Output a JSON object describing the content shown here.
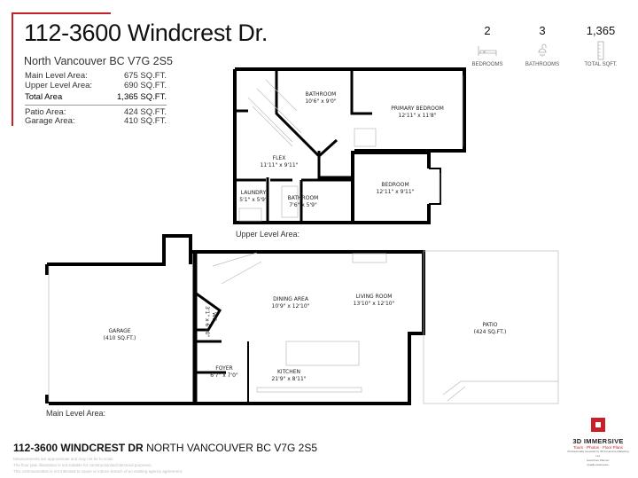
{
  "header": {
    "title": "112-3600 Windcrest Dr.",
    "subtitle": "North Vancouver BC V7G 2S5"
  },
  "areas": [
    {
      "label": "Main Level Area:",
      "value": "675 SQ.FT."
    },
    {
      "label": "Upper Level Area:",
      "value": "690 SQ.FT."
    },
    {
      "label": "Total Area",
      "value": "1,365 SQ.FT."
    },
    {
      "label": "Patio Area:",
      "value": "424 SQ.FT."
    },
    {
      "label": "Garage Area:",
      "value": "410 SQ.FT."
    }
  ],
  "stats": [
    {
      "value": "2",
      "label": "BEDROOMS",
      "icon": "bed-icon"
    },
    {
      "value": "3",
      "label": "BATHROOMS",
      "icon": "shower-icon"
    },
    {
      "value": "1,365",
      "label": "TOTAL SQFT.",
      "icon": "ruler-icon"
    }
  ],
  "upper": {
    "label": "Upper Level Area:",
    "rooms": [
      {
        "name": "BATHROOM",
        "dim": "10'6\" x 9'0\""
      },
      {
        "name": "PRIMARY BEDROOM",
        "dim": "12'11\" x 11'8\""
      },
      {
        "name": "FLEX",
        "dim": "11'11\" x 9'11\""
      },
      {
        "name": "BEDROOM",
        "dim": "12'11\" x 9'11\""
      },
      {
        "name": "LAUNDRY",
        "dim": "5'1\" x 5'9\""
      },
      {
        "name": "BATHROOM",
        "dim": "7'6\" x 5'9\""
      }
    ]
  },
  "main": {
    "label": "Main Level Area:",
    "rooms": [
      {
        "name": "GARAGE",
        "dim": "(410 SQ.FT.)"
      },
      {
        "name": "DINING AREA",
        "dim": "10'9\" x 12'10\""
      },
      {
        "name": "LIVING ROOM",
        "dim": "13'10\" x 12'10\""
      },
      {
        "name": "PATIO",
        "dim": "(424 SQ.FT.)"
      },
      {
        "name": "KITCHEN",
        "dim": "21'9\" x 8'11\""
      },
      {
        "name": "FOYER",
        "dim": "6'7\" x 7'0\""
      },
      {
        "name": "WC",
        "dim": "3'1\" x 6'10\""
      }
    ]
  },
  "footer": {
    "address_bold": "112-3600 WINDCREST DR",
    "address_rest": "NORTH VANCOUVER BC V7G 2S5",
    "disclaimer": [
      "Measurements are approximate and may not be to scale.",
      "The floor plan illustration is not suitable for construction/architectural purposes.",
      "This communication is not intended to cause or induce breach of an existing agency agreement."
    ]
  },
  "brand": {
    "name": "3D IMMERSIVE",
    "tagline": "Tours · Photos · Floor Plans",
    "note": "Professionally executed by 3D Immersive Marketing Ltd.",
    "credits": [
      "Lead Floor Planner:",
      "Quality Assurance:"
    ],
    "accent": "#c8202a"
  }
}
